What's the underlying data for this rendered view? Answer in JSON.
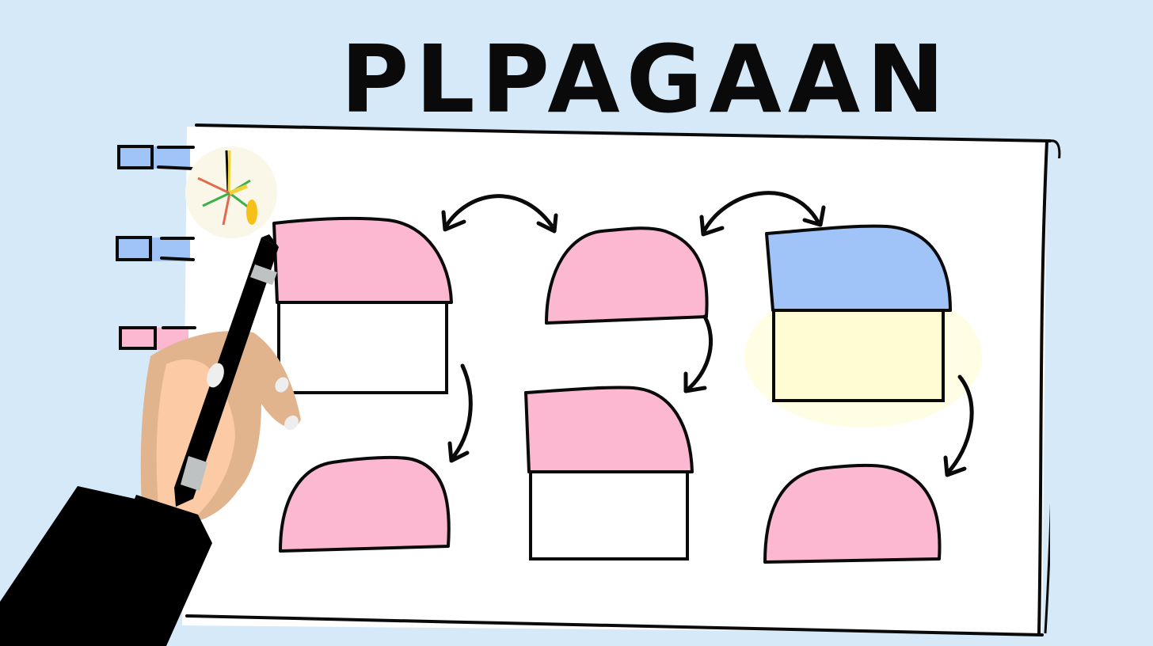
{
  "title": "PLPAGAAN",
  "colors": {
    "background": "#d6e9f8",
    "paper": "#ffffff",
    "outline": "#0a0a0a",
    "pink": "#fbb8d0",
    "blue": "#a0c3f8",
    "yellow": "#fffbd2",
    "skin_light": "#fccaa4",
    "skin_dark": "#e2b48e",
    "sleeve": "#000000",
    "pen_band": "#bfc2c2"
  },
  "tabs": [
    {
      "name": "tab-1",
      "color": "blue"
    },
    {
      "name": "tab-2",
      "color": "blue"
    },
    {
      "name": "tab-3",
      "color": "pink"
    }
  ],
  "nodes": [
    {
      "id": "node-1",
      "shape": "box-with-dome",
      "top_color": "pink",
      "bottom_color": "white"
    },
    {
      "id": "node-2",
      "shape": "dome",
      "color": "pink"
    },
    {
      "id": "node-3",
      "shape": "box-with-dome",
      "top_color": "blue",
      "bottom_color": "yellow"
    },
    {
      "id": "node-4",
      "shape": "dome",
      "color": "pink"
    },
    {
      "id": "node-5",
      "shape": "box-with-dome",
      "top_color": "pink",
      "bottom_color": "white"
    },
    {
      "id": "node-6",
      "shape": "dome",
      "color": "pink"
    }
  ],
  "connectors": [
    {
      "from": "node-1",
      "to": "node-2",
      "type": "bidirectional"
    },
    {
      "from": "node-2",
      "to": "node-3",
      "type": "bidirectional"
    },
    {
      "from": "node-1",
      "to": "node-4",
      "type": "arrow"
    },
    {
      "from": "node-2",
      "to": "node-5",
      "type": "arrow"
    },
    {
      "from": "node-3",
      "to": "node-6",
      "type": "arrow"
    }
  ],
  "decorations": [
    "sparkle-icon",
    "hand-holding-pen"
  ]
}
